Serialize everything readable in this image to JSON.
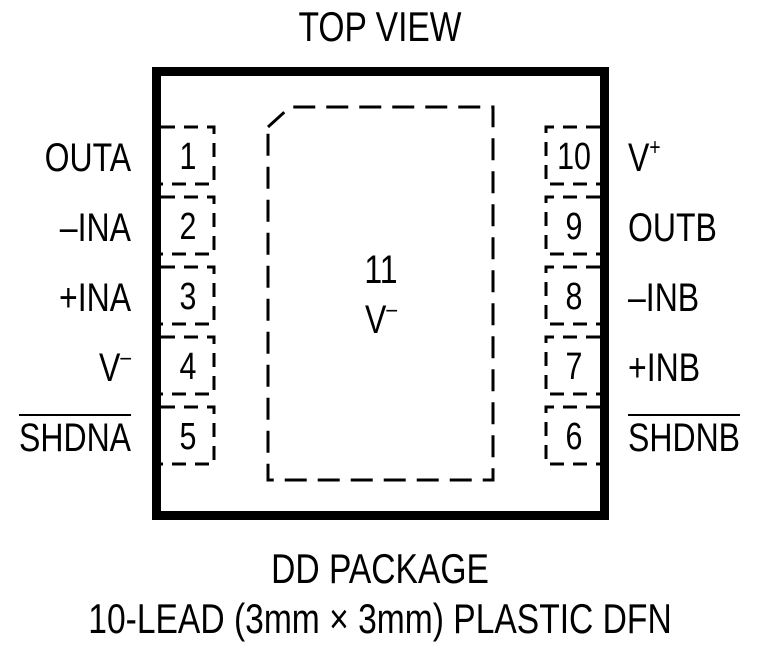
{
  "title": "TOP VIEW",
  "package": {
    "name": "DD PACKAGE",
    "description": "10-LEAD (3mm × 3mm) PLASTIC DFN"
  },
  "pins_left": [
    {
      "number": "1",
      "name": "OUTA",
      "overline": false,
      "sup": ""
    },
    {
      "number": "2",
      "name": "–INA",
      "overline": false,
      "sup": ""
    },
    {
      "number": "3",
      "name": "+INA",
      "overline": false,
      "sup": ""
    },
    {
      "number": "4",
      "name": "V",
      "overline": false,
      "sup": "–"
    },
    {
      "number": "5",
      "name": "SHDNA",
      "overline": true,
      "sup": ""
    }
  ],
  "pins_right": [
    {
      "number": "10",
      "name": "V",
      "overline": false,
      "sup": "+"
    },
    {
      "number": "9",
      "name": "OUTB",
      "overline": false,
      "sup": ""
    },
    {
      "number": "8",
      "name": "–INB",
      "overline": false,
      "sup": ""
    },
    {
      "number": "7",
      "name": "+INB",
      "overline": false,
      "sup": ""
    },
    {
      "number": "6",
      "name": "SHDNB",
      "overline": true,
      "sup": ""
    }
  ],
  "exposed_pad": {
    "number": "11",
    "name": "V",
    "sup": "–"
  },
  "colors": {
    "stroke": "#000000",
    "background": "#ffffff"
  }
}
